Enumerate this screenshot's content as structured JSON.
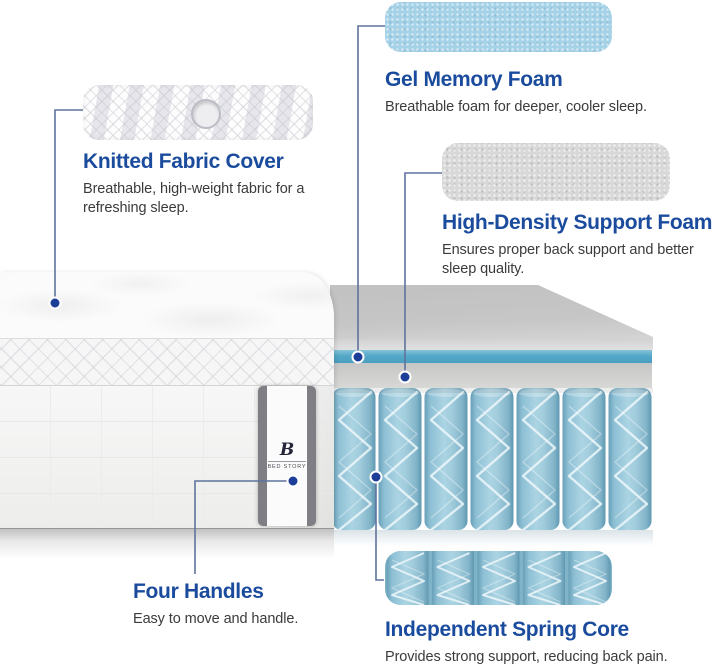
{
  "callouts": {
    "knitted": {
      "title": "Knitted Fabric Cover",
      "description": "Breathable, high-weight fabric for a refreshing sleep.",
      "swatch": "knitted-fabric-texture"
    },
    "gel": {
      "title": "Gel Memory Foam",
      "description": "Breathable foam for deeper, cooler sleep.",
      "swatch": "gel-memory-foam-texture"
    },
    "support": {
      "title": "High-Density Support Foam",
      "description": "Ensures proper back support and better sleep quality.",
      "swatch": "high-density-foam-texture"
    },
    "handles": {
      "title": "Four Handles",
      "description": "Easy to move and handle."
    },
    "spring": {
      "title": "Independent Spring Core",
      "description": "Provides strong support, reducing back pain.",
      "swatch": "pocket-spring-texture"
    }
  },
  "brand": {
    "initial": "B",
    "name": "BED STORY"
  },
  "colors": {
    "title_blue": "#1a4b9d",
    "body_text": "#3b3b3b",
    "callout_line": "#5f739c",
    "callout_dot": "#1c3e99",
    "gel_blue": "#a6d2e8",
    "layer_blue": "#55a8c7",
    "spring_blue": "#8ec2d8",
    "foam_gray": "#d8d8d8"
  }
}
